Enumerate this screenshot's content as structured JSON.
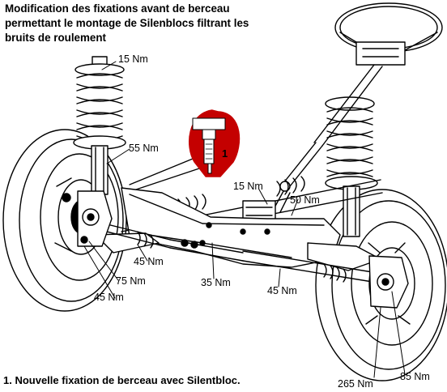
{
  "title": {
    "line1": "Modification des fixations avant de berceau",
    "line2": "permettant le montage de Silenblocs filtrant les",
    "line3": "bruits de roulement"
  },
  "caption": "1. Nouvelle fixation de berceau avec Silentbloc.",
  "callout_number": "1",
  "torque_labels": [
    "15 Nm",
    "55 Nm",
    "15 Nm",
    "50 Nm",
    "45 Nm",
    "75 Nm",
    "45 Nm",
    "35 Nm",
    "45 Nm",
    "265 Nm",
    "85 Nm"
  ]
}
